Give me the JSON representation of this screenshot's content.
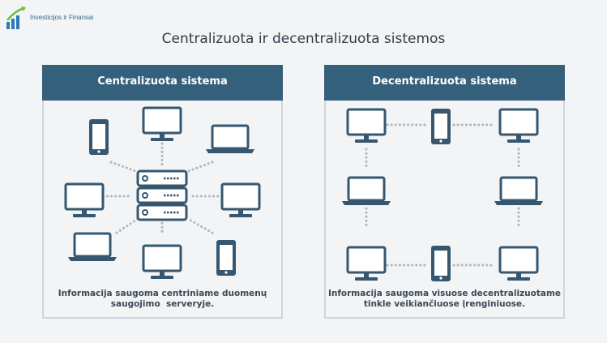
{
  "logo": {
    "text": "Investicijos ir Finansai",
    "icon": "growth-chart-logo"
  },
  "title": "Centralizuota ir decentralizuota sistemos",
  "left_panel": {
    "header": "Centralizuota sistema",
    "caption_line1": "Informacija saugoma centriniame duomenų",
    "caption_line2": "saugojimo  serveryje."
  },
  "right_panel": {
    "header": "Decentralizuota sistema",
    "caption_line1": "Informacija saugoma visuose decentralizuotame",
    "caption_line2": "tinkle veikiančiuose įrenginiuose."
  },
  "colors": {
    "header_bg": "#35607c",
    "device_stroke": "#36576f",
    "connector_dots": "#a8b8c6",
    "accent_green": "#6bbf3b"
  }
}
